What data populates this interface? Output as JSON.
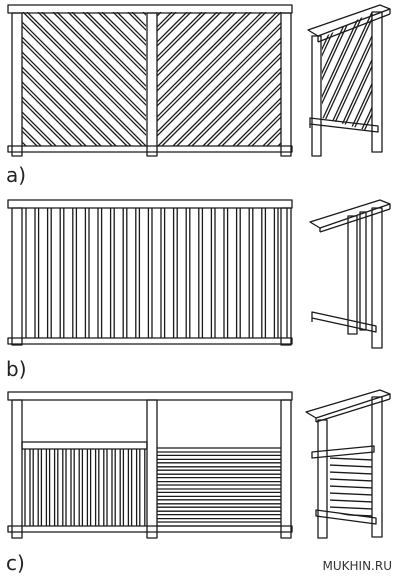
{
  "figure": {
    "labels": {
      "a": "a)",
      "b": "b)",
      "c": "c)"
    },
    "watermark": "MUKHIN.RU",
    "variants": [
      {
        "id": "a",
        "infill": "diagonal"
      },
      {
        "id": "b",
        "infill": "vertical-boards"
      },
      {
        "id": "c",
        "infill": "mixed: vertical boards left, horizontal boards right"
      }
    ]
  }
}
